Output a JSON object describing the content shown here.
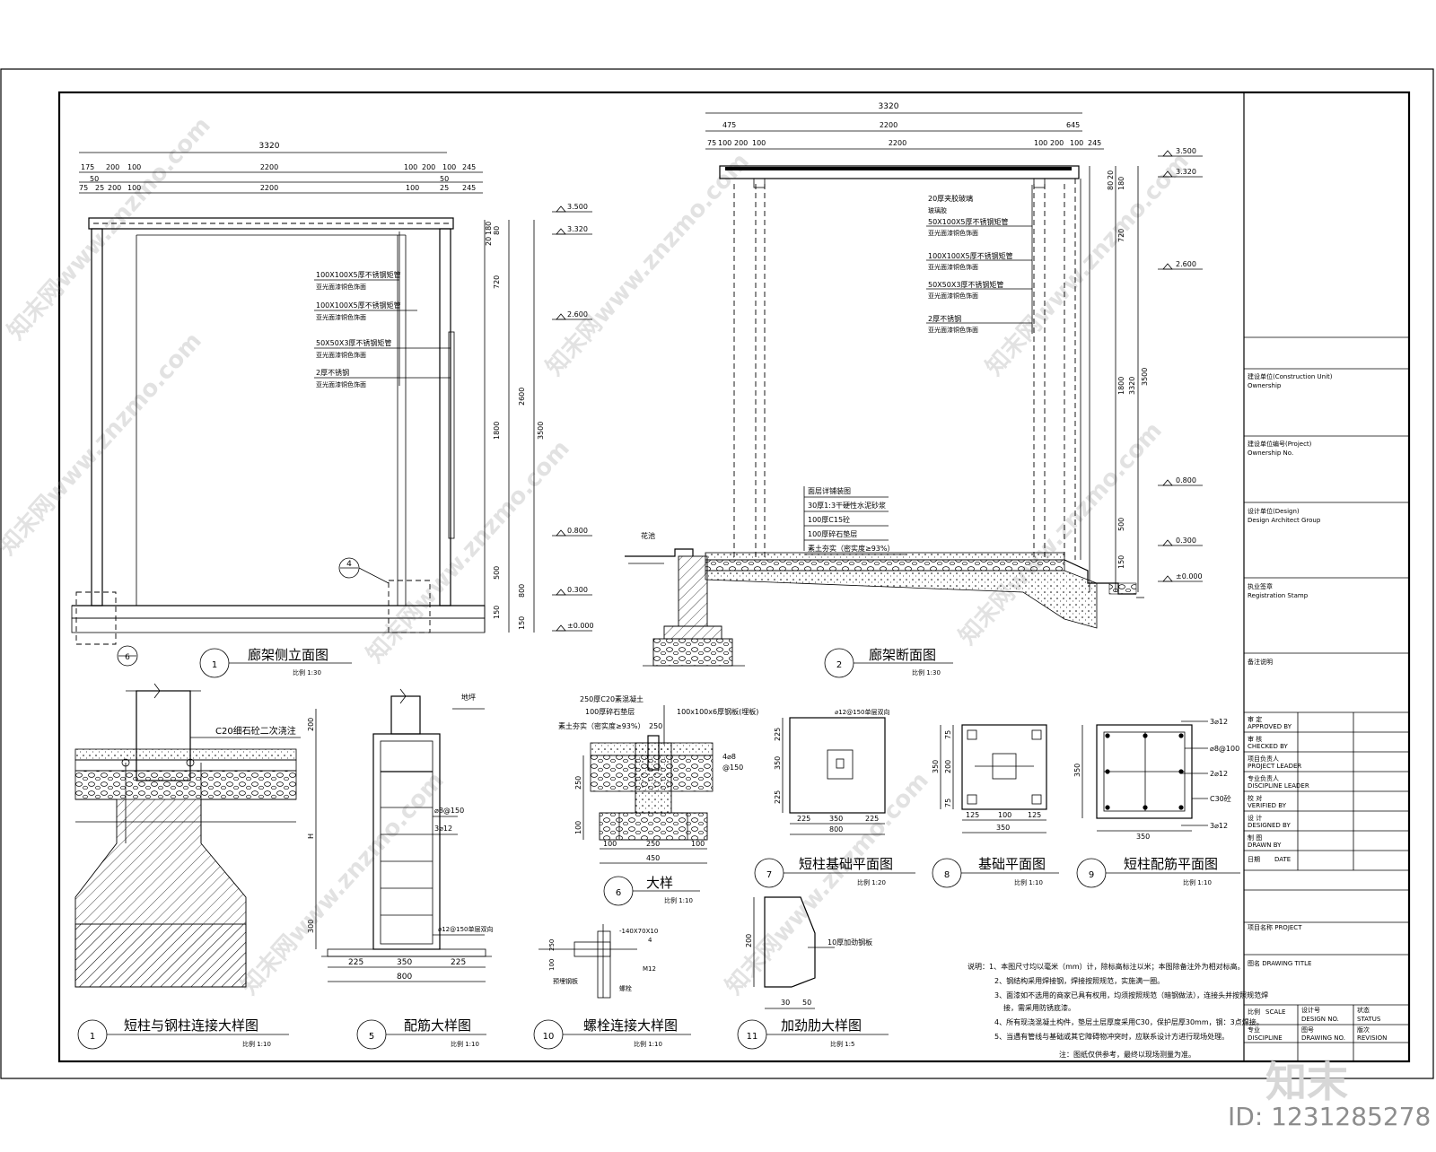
{
  "views": {
    "v1": {
      "num": "1",
      "title": "廊架侧立面图",
      "scale": "比例 1:30"
    },
    "v2": {
      "num": "2",
      "title": "廊架断面图",
      "scale": "比例 1:30"
    },
    "d1": {
      "num": "1",
      "title": "短柱与钢柱连接大样图",
      "scale": "比例 1:10"
    },
    "d5": {
      "num": "5",
      "title": "配筋大样图",
      "scale": "比例 1:10"
    },
    "d6": {
      "num": "6",
      "title": "大样",
      "scale": "比例 1:10"
    },
    "d7": {
      "num": "7",
      "title": "短柱基础平面图",
      "scale": "比例 1:20"
    },
    "d8": {
      "num": "8",
      "title": "基础平面图",
      "scale": "比例 1:10"
    },
    "d9": {
      "num": "9",
      "title": "短柱配筋平面图",
      "scale": "比例 1:10"
    },
    "d10": {
      "num": "10",
      "title": "螺栓连接大样图",
      "scale": "比例 1:10"
    },
    "d11": {
      "num": "11",
      "title": "加劲肋大样图",
      "scale": "比例 1:5"
    }
  },
  "elev": {
    "dim_total": "3320",
    "row1": [
      "175",
      "200",
      "100",
      "2200",
      "100",
      "200",
      "100",
      "245"
    ],
    "row2": [
      "50",
      "50"
    ],
    "row3": [
      "75",
      "25",
      "200",
      "100",
      "2200",
      "100",
      "25",
      "245"
    ],
    "levels": [
      "3.500",
      "3.320",
      "2.600",
      "0.800",
      "0.300",
      "±0.000"
    ],
    "vdims": [
      "180",
      "20",
      "80",
      "720",
      "1800",
      "500",
      "150",
      "2600",
      "800",
      "150",
      "3500"
    ],
    "notes": [
      {
        "main": "100X100X5厚不锈钢矩管",
        "sub": "亚光面漆铜色饰面"
      },
      {
        "main": "100X100X5厚不锈钢矩管",
        "sub": "亚光面漆铜色饰面"
      },
      {
        "main": "50X50X3厚不锈钢矩管",
        "sub": "亚光面漆铜色饰面"
      },
      {
        "main": "2厚不锈钢",
        "sub": "亚光面漆铜色饰面"
      }
    ],
    "callout4": "4",
    "callout6": "6"
  },
  "section": {
    "dim_total": "3320",
    "row1": [
      "475",
      "2200",
      "645"
    ],
    "row2": [
      "75",
      "100",
      "200",
      "100",
      "2200",
      "100",
      "200",
      "100",
      "245"
    ],
    "levels": [
      "3.500",
      "3.320",
      "2.600",
      "0.800",
      "0.300",
      "±0.000"
    ],
    "vdims": [
      "20",
      "80",
      "180",
      "720",
      "1800",
      "3320",
      "3500",
      "500",
      "150"
    ],
    "notes": [
      {
        "main": "20厚夹胶玻璃",
        "sub": "玻璃胶"
      },
      {
        "main": "50X100X5厚不锈钢矩管",
        "sub": "亚光面漆铜色饰面"
      },
      {
        "main": "100X100X5厚不锈钢矩管",
        "sub": "亚光面漆铜色饰面"
      },
      {
        "main": "50X50X3厚不锈钢矩管",
        "sub": "亚光面漆铜色饰面"
      },
      {
        "main": "2厚不锈钢",
        "sub": "亚光面漆铜色饰面"
      }
    ],
    "ground": [
      "面层详铺装图",
      "30厚1:3干硬性水泥砂浆",
      "100厚C15砼",
      "100厚碎石垫层",
      "素土夯实（密实度≥93%）"
    ],
    "edge_label": "花池"
  },
  "d1": {
    "label": "C20细石砼二次浇注"
  },
  "d5": {
    "top_label": "地坪",
    "dims": [
      "225",
      "350",
      "225",
      "800"
    ],
    "vdims": [
      "200",
      "H",
      "300"
    ],
    "notes": [
      "⌀8@150",
      "3⌀12",
      "⌀12@150单层双向"
    ]
  },
  "d6": {
    "notes": [
      "250厚C20素混凝土",
      "100厚碎石垫层",
      "素土夯实（密实度≥93%）",
      "100x100x6厚钢板(埋板)"
    ],
    "dims": [
      "100",
      "250",
      "100",
      "450"
    ],
    "vdims": [
      "250",
      "100"
    ],
    "sides": [
      "4⌀8",
      "@150"
    ],
    "top": "250"
  },
  "d7": {
    "note": "⌀12@150单层双向",
    "dims": [
      "225",
      "350",
      "225",
      "800"
    ],
    "vdims": [
      "225",
      "350",
      "225"
    ]
  },
  "d8": {
    "dims": [
      "125",
      "100",
      "125",
      "350"
    ],
    "vdims": [
      "75",
      "200",
      "75",
      "350"
    ]
  },
  "d9": {
    "notes": [
      "3⌀12",
      "⌀8@100",
      "2⌀12",
      "C30砼",
      "3⌀12"
    ],
    "dims": [
      "350"
    ],
    "vdims": [
      "350"
    ]
  },
  "d10": {
    "notes": [
      "-140X70X10",
      "4",
      "M12",
      "螺栓",
      "预埋钢板"
    ],
    "vdims": [
      "250",
      "100"
    ]
  },
  "d11": {
    "note": "10厚加劲钢板",
    "dims": [
      "30",
      "50"
    ],
    "vdims": [
      "200"
    ]
  },
  "general_notes": [
    "说明：1、本图尺寸均以毫米（mm）计，除标高标注以米；本图除备注外为相对标高。",
    "2、钢结构采用焊接钢，焊接按照规范，实施满一圈。",
    "3、面漆如不选用的商家已具有权用，均须按照规范（暗钢做法），连接头并按照规范焊",
    "接，需采用防锈底漆。",
    "4、所有现浇混凝土构件，垫层土层厚度采用C30，保护层厚30mm，钢：3点焊接。",
    "5、当遇有管线与基础或其它障碍物冲突时，应联系设计方进行现场处理。"
  ],
  "footnote": "注：图纸仅供参考，最终以现场测量为准。",
  "titleblock": {
    "rows": [
      "建设单位(Construction Unit)",
      "Ownership",
      "建设单位编号(Project)",
      "Ownership No.",
      "设计单位(Design)",
      "Design Architect Group",
      "执业签章",
      "Registration Stamp",
      "备注说明"
    ],
    "grid": [
      {
        "label": "审  定",
        "sub": "APPROVED BY"
      },
      {
        "label": "审  核",
        "sub": "CHECKED BY"
      },
      {
        "label": "项目负责人",
        "sub": "PROJECT LEADER"
      },
      {
        "label": "专业负责人",
        "sub": "DISCIPLINE LEADER"
      },
      {
        "label": "校  对",
        "sub": "VERIFIED BY"
      },
      {
        "label": "设  计",
        "sub": "DESIGNED BY"
      },
      {
        "label": "制  图",
        "sub": "DRAWN BY"
      },
      {
        "label": "日期",
        "sub": "DATE"
      }
    ],
    "project": "项目名称 PROJECT",
    "drawing": "图名 DRAWING TITLE",
    "bottom": [
      {
        "label": "比例",
        "sub": "SCALE"
      },
      {
        "label": "设计号",
        "sub": "DESIGN NO."
      },
      {
        "label": "状态",
        "sub": "STATUS"
      },
      {
        "label": "专业",
        "sub": "DISCIPLINE"
      },
      {
        "label": "图号",
        "sub": "DRAWING NO."
      },
      {
        "label": "版次",
        "sub": "REVISION"
      }
    ]
  },
  "watermarks": [
    "知末网www.znzmo.com",
    "知末网www.znzmo.com",
    "知末网www.znzmo.com",
    "知末网www.znzmo.com",
    "知末网www.znzmo.com",
    "知末网www.znzmo.com",
    "知末网www.znzmo.com",
    "知末网www.znzmo.com"
  ],
  "brand": "知末",
  "image_id": "ID: 1231285278"
}
